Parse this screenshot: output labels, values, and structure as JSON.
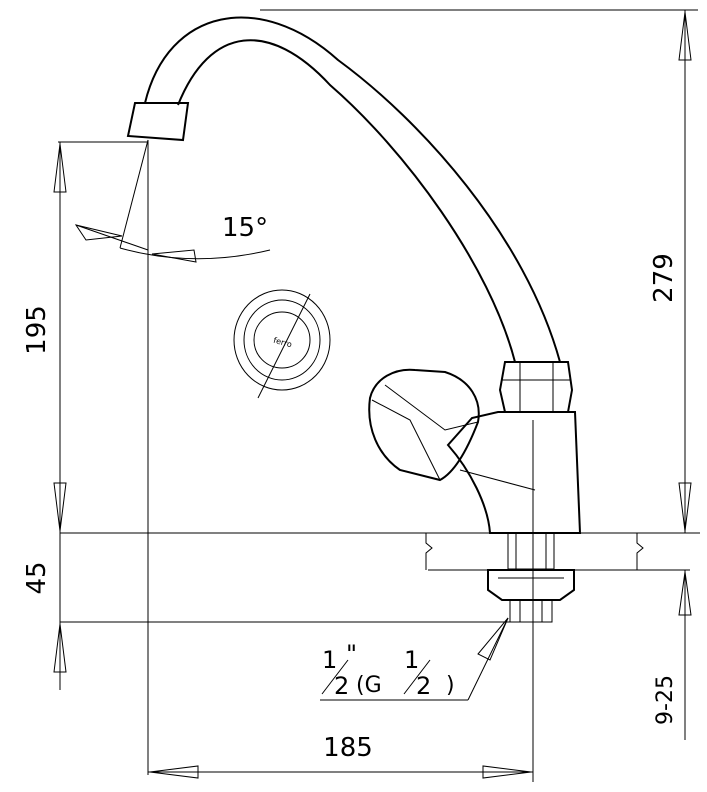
{
  "dimensions": {
    "height_total": "279",
    "height_spout": "195",
    "height_base": "45",
    "width_reach": "185",
    "thickness_range": "9-25",
    "angle": "15°"
  },
  "connection": {
    "numerator": "1",
    "denominator": "2",
    "inch_mark": "\"",
    "thread_open": "(G",
    "thread_num": "1",
    "thread_den": "2",
    "thread_close": ")"
  },
  "logo_text": "ferro"
}
